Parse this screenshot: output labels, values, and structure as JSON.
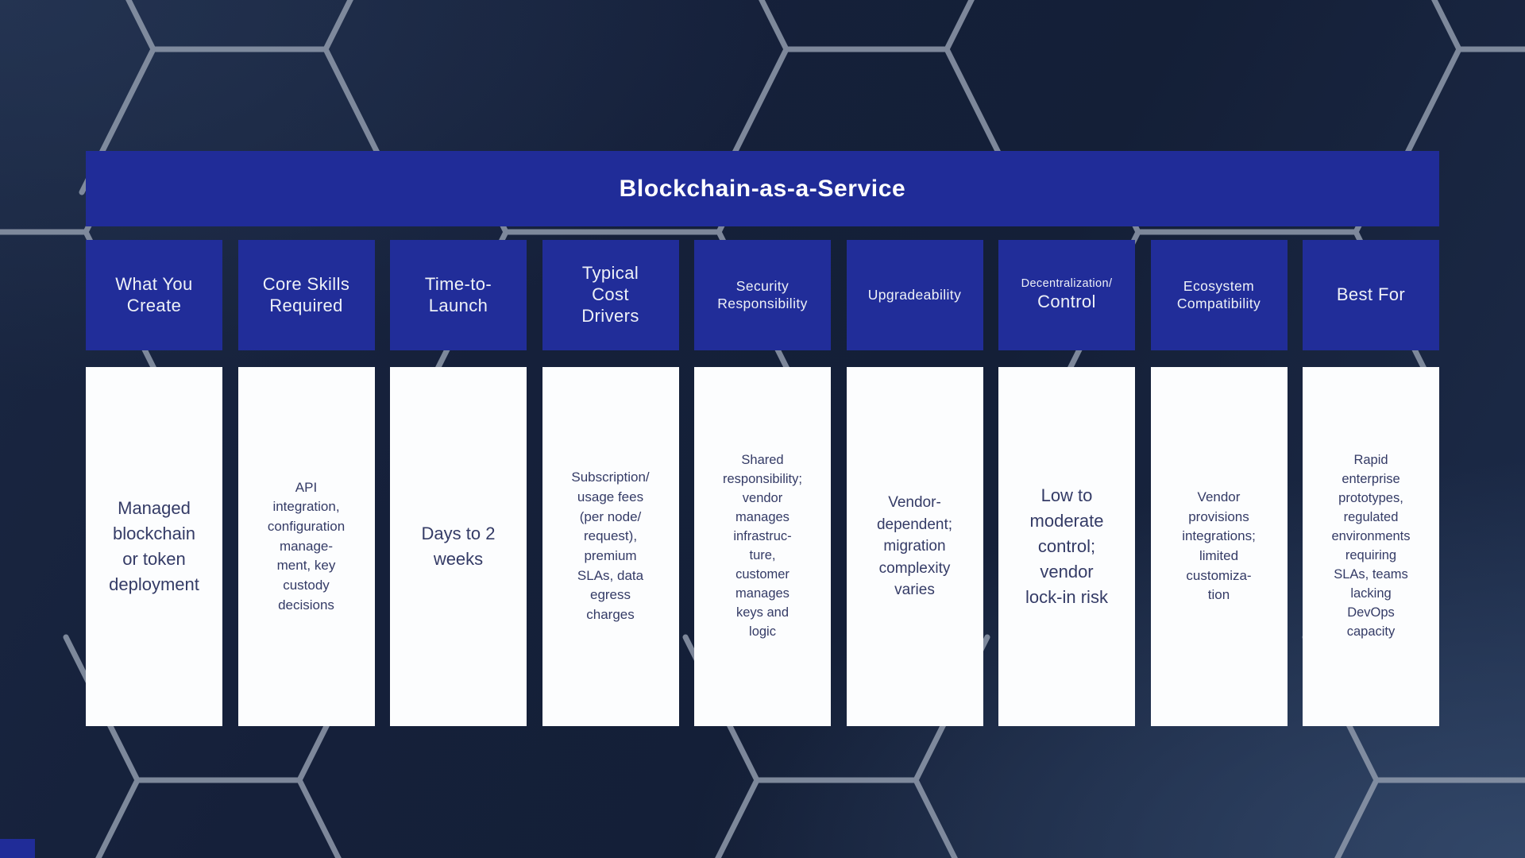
{
  "title": "Blockchain-as-a-Service",
  "colors": {
    "background_navy": "#16213a",
    "box_blue": "#212d99",
    "card_white": "#fcfdfe",
    "cell_text": "#343b66",
    "header_text": "#eef1f7",
    "hexagon_line": "#8f9aab"
  },
  "columns": [
    {
      "id": "what-you-create",
      "header": {
        "lines": [
          {
            "t": "What You",
            "s": "lg"
          },
          {
            "t": "Create",
            "s": "lg"
          }
        ]
      },
      "cell": {
        "s": "lg",
        "lines": [
          "Managed",
          "blockchain",
          "or token",
          "deployment"
        ]
      }
    },
    {
      "id": "core-skills-required",
      "header": {
        "lines": [
          {
            "t": "Core Skills",
            "s": "lg"
          },
          {
            "t": "Required",
            "s": "lg"
          }
        ]
      },
      "cell": {
        "s": "sm",
        "lines": [
          "API",
          "integration,",
          "configuration",
          "manage-",
          "ment, key",
          "custody",
          "decisions"
        ]
      }
    },
    {
      "id": "time-to-launch",
      "header": {
        "lines": [
          {
            "t": "Time-to-",
            "s": "lg"
          },
          {
            "t": "Launch",
            "s": "lg"
          }
        ]
      },
      "cell": {
        "s": "lg",
        "lines": [
          "Days to 2",
          "weeks"
        ]
      }
    },
    {
      "id": "typical-cost-drivers",
      "header": {
        "lines": [
          {
            "t": "Typical",
            "s": "lg"
          },
          {
            "t": "Cost",
            "s": "lg"
          },
          {
            "t": "Drivers",
            "s": "lg"
          }
        ]
      },
      "cell": {
        "s": "sm",
        "lines": [
          "Subscription/",
          "usage fees",
          "(per node/",
          "request),",
          "premium",
          "SLAs, data",
          "egress",
          "charges"
        ]
      }
    },
    {
      "id": "security-responsibility",
      "header": {
        "lines": [
          {
            "t": "Security",
            "s": "md"
          },
          {
            "t": "Responsibility",
            "s": "md"
          }
        ]
      },
      "cell": {
        "s": "xs",
        "lines": [
          "Shared",
          "responsibility;",
          "vendor",
          "manages",
          "infrastruc-",
          "ture,",
          "customer",
          "manages",
          "keys and",
          "logic"
        ]
      }
    },
    {
      "id": "upgradeability",
      "header": {
        "lines": [
          {
            "t": "Upgradeability",
            "s": "md"
          }
        ]
      },
      "cell": {
        "s": "md",
        "lines": [
          "Vendor-",
          "dependent;",
          "migration",
          "complexity",
          "varies"
        ]
      }
    },
    {
      "id": "decentralization-control",
      "header": {
        "lines": [
          {
            "t": "Decentralization/",
            "s": "sm"
          },
          {
            "t": "Control",
            "s": "lg"
          }
        ]
      },
      "cell": {
        "s": "lg",
        "lines": [
          "Low to",
          "moderate",
          "control;",
          "vendor",
          "lock-in risk"
        ]
      }
    },
    {
      "id": "ecosystem-compatibility",
      "header": {
        "lines": [
          {
            "t": "Ecosystem",
            "s": "md"
          },
          {
            "t": "Compatibility",
            "s": "md"
          }
        ]
      },
      "cell": {
        "s": "sm",
        "lines": [
          "Vendor",
          "provisions",
          "integrations;",
          "limited",
          "customiza-",
          "tion"
        ]
      }
    },
    {
      "id": "best-for",
      "header": {
        "lines": [
          {
            "t": "Best For",
            "s": "lg"
          }
        ]
      },
      "cell": {
        "s": "xs",
        "lines": [
          "Rapid",
          "enterprise",
          "prototypes,",
          "regulated",
          "environments",
          "requiring",
          "SLAs, teams",
          "lacking",
          "DevOps",
          "capacity"
        ]
      }
    }
  ]
}
